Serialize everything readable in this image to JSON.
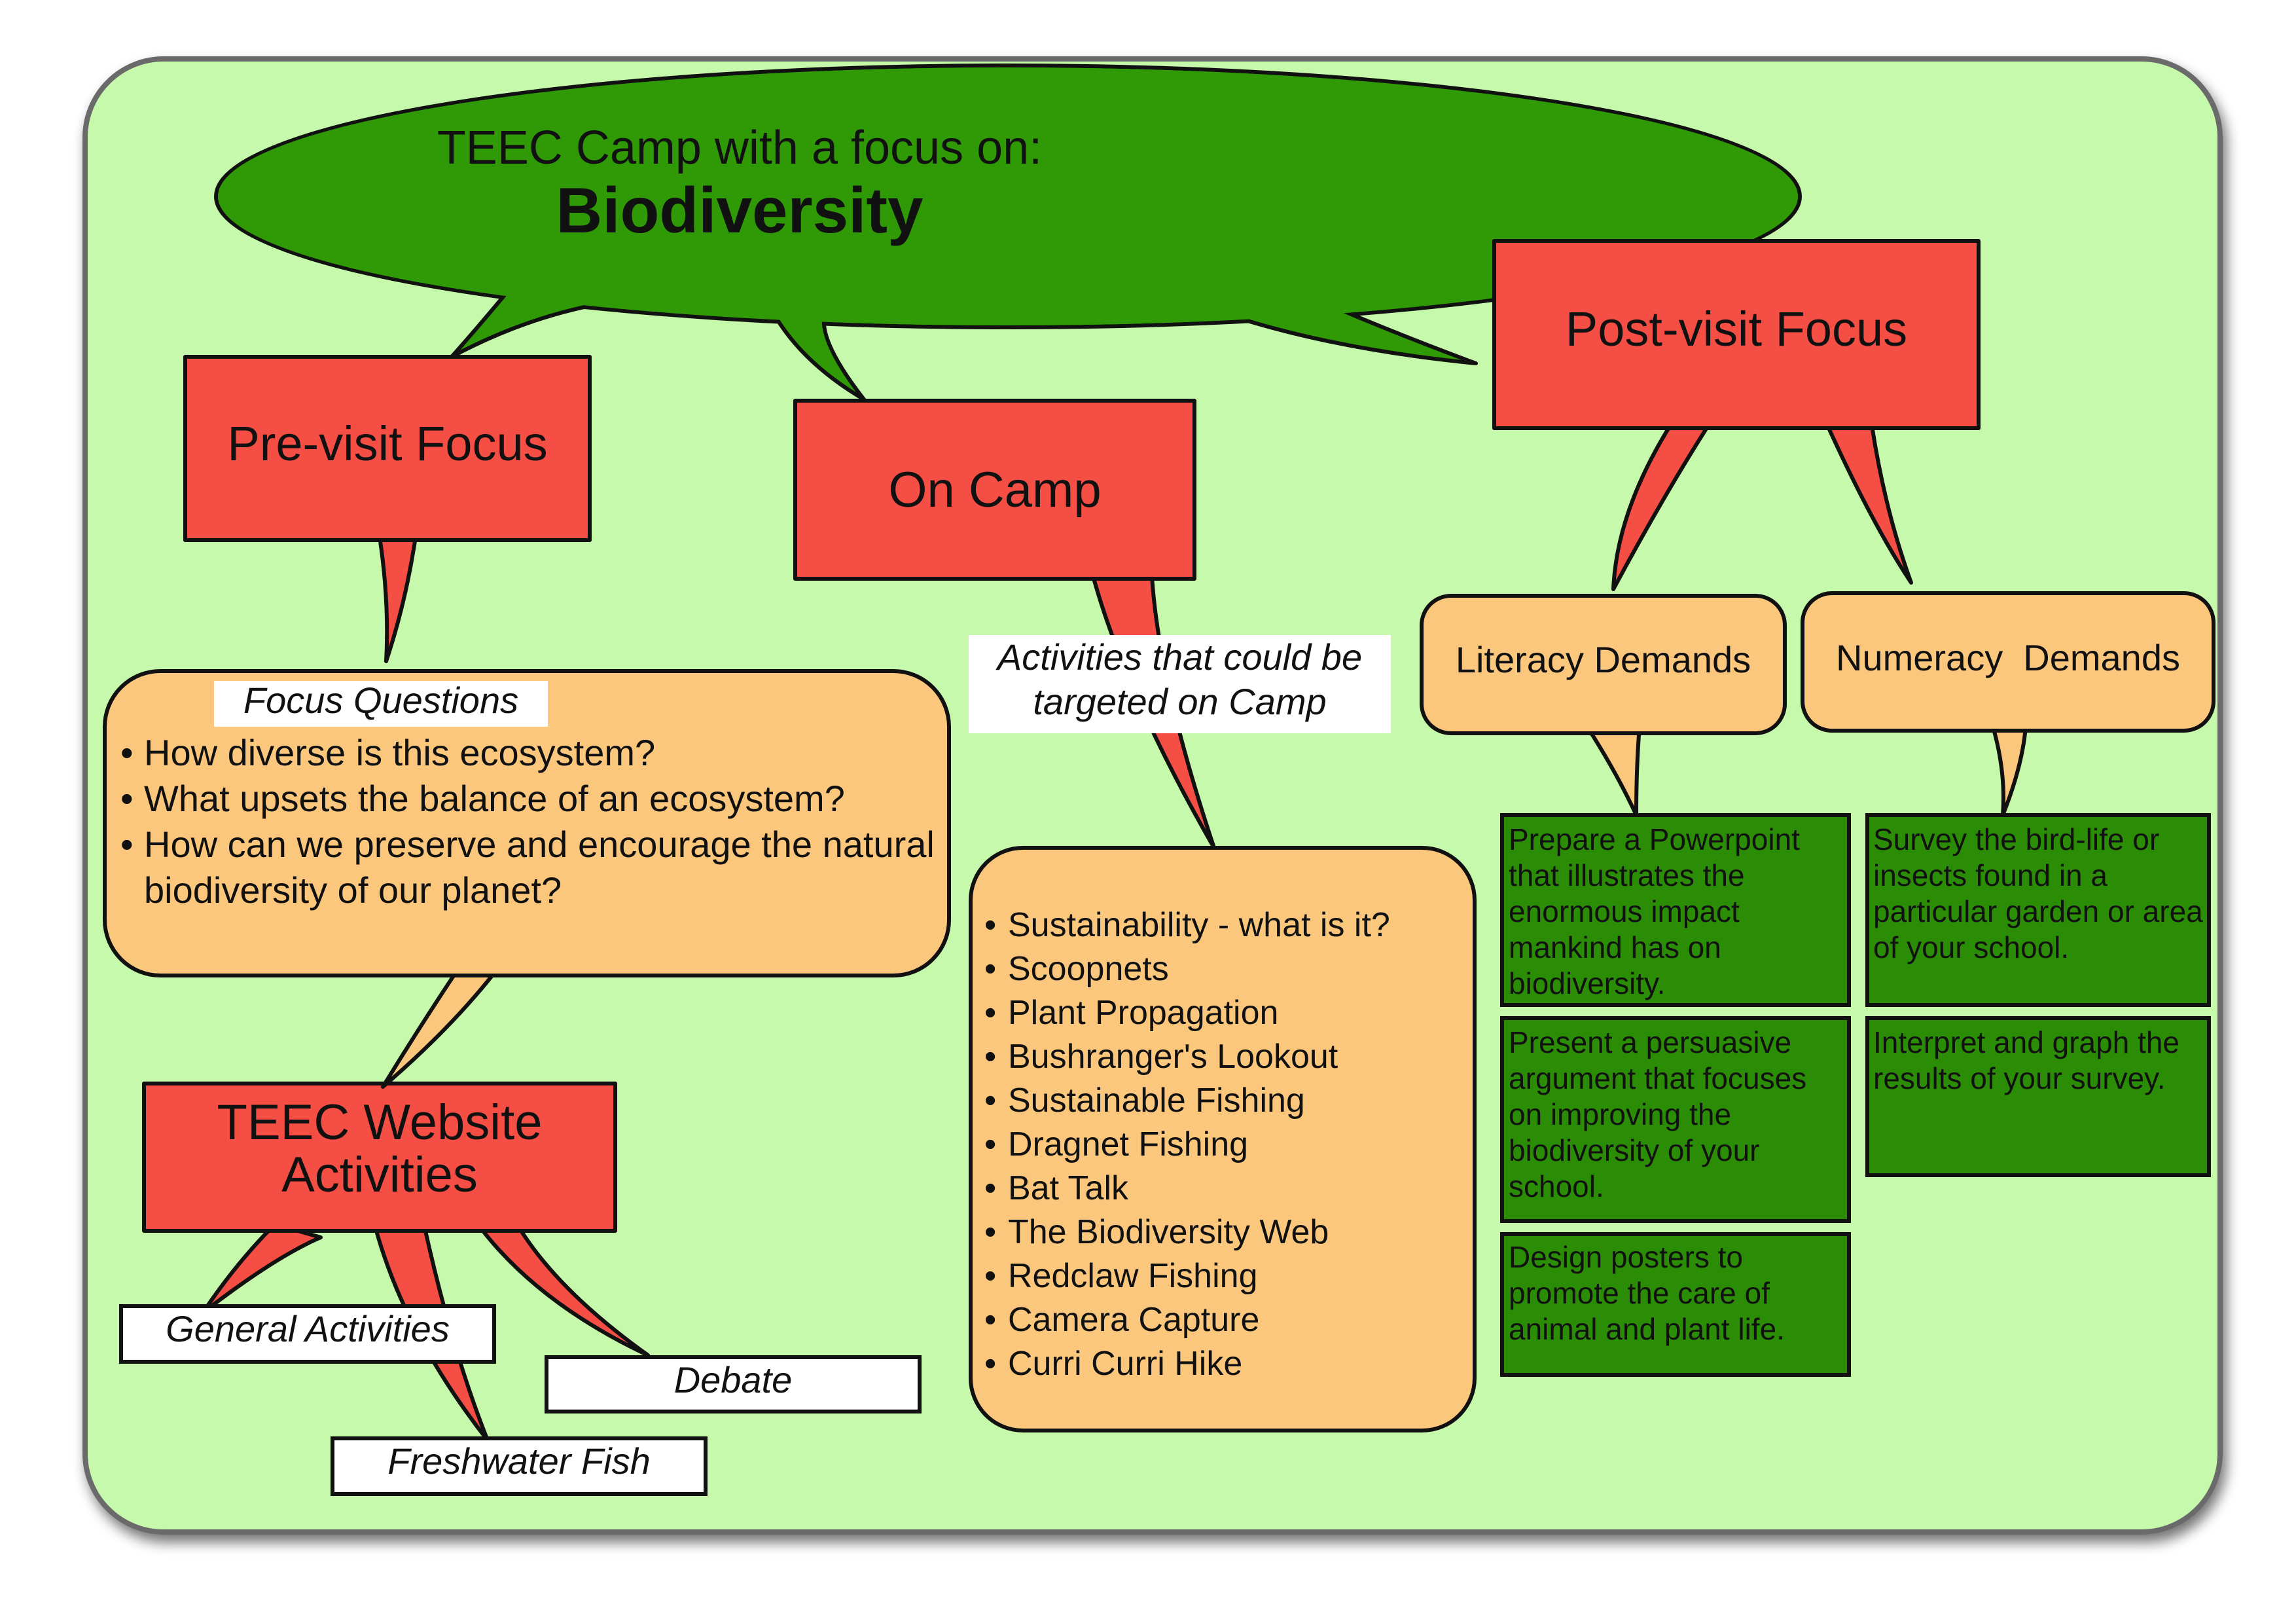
{
  "colors": {
    "background": "#c6f9ab",
    "title_bubble": "#2f9a05",
    "red_box": "#f54e44",
    "orange_bubble": "#fbc77c",
    "green_box": "#2b8d05",
    "outline": "#111111"
  },
  "title": {
    "line1": "TEEC Camp with a focus on:",
    "line2": "Biodiversity"
  },
  "pre_visit": {
    "heading": "Pre-visit Focus",
    "questions_label": "Focus Questions",
    "questions": [
      "How diverse is this ecosystem?",
      "What upsets the balance of an ecosystem?",
      "How can we preserve and encourage the natural biodiversity of our planet?"
    ]
  },
  "website": {
    "heading": "TEEC Website Activities",
    "links": [
      "General Activities",
      "Debate",
      "Freshwater Fish"
    ]
  },
  "on_camp": {
    "heading": "On Camp",
    "label": "Activities that could be targeted on Camp",
    "activities": [
      "Sustainability - what is it?",
      "Scoopnets",
      "Plant Propagation",
      "Bushranger's Lookout",
      "Sustainable Fishing",
      "Dragnet Fishing",
      "Bat Talk",
      "The Biodiversity Web",
      "Redclaw Fishing",
      "Camera Capture",
      "Curri Curri Hike"
    ]
  },
  "post_visit": {
    "heading": "Post-visit Focus",
    "literacy": {
      "label": "Literacy Demands",
      "tasks": [
        "Prepare a Powerpoint that illustrates the enormous impact mankind has on biodiversity.",
        "Present a persuasive argument that focuses on improving the biodiversity of your school.",
        "Design posters to promote the care of animal and plant life."
      ]
    },
    "numeracy": {
      "label": "Numeracy  Demands",
      "tasks": [
        "Survey the bird-life or insects found in a particular garden or area of your school.",
        "Interpret and graph the results of your survey."
      ]
    }
  }
}
